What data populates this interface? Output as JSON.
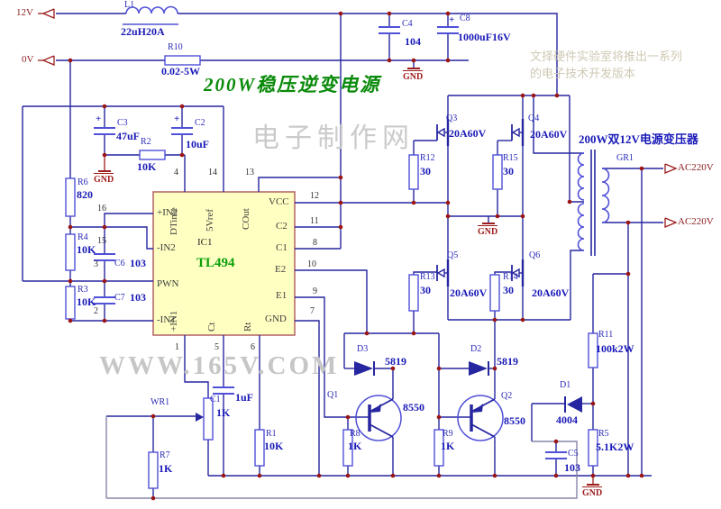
{
  "title": "200W稳压逆变电源",
  "transformer_caption": "200W双12V电源变压器",
  "note_line1": "文择硬件实验室将推出一系列",
  "note_line2": "的电子技术开发版本",
  "watermark_center": "电子制作网",
  "watermark_bottom": "WWW.165V.COM",
  "gnd_label": "GND",
  "plus": "+",
  "ports": {
    "p12v": "12V",
    "p0v": "0V",
    "ac_top": "AC220V",
    "ac_bottom": "AC220V"
  },
  "ic": {
    "ref": "IC1",
    "part": "TL494",
    "pin_labels": {
      "in2p": "+IN2",
      "in2n": "-IN2",
      "pwn": "PWN",
      "in1n": "-IN1",
      "dtime": "DTime",
      "vref": "5Vref",
      "cout": "COut",
      "in1p": "+IN1",
      "ct": "Ct",
      "rt": "Rt",
      "vcc": "VCC",
      "c2": "C2",
      "c1": "C1",
      "e2": "E2",
      "e1": "E1",
      "gnd": "GND"
    },
    "pin_numbers": {
      "n16": "16",
      "n15": "15",
      "n3": "3",
      "n2": "2",
      "n4": "4",
      "n14": "14",
      "n13": "13",
      "n1": "1",
      "n5": "5",
      "n6": "6",
      "n12": "12",
      "n11": "11",
      "n8": "8",
      "n10": "10",
      "n9": "9",
      "n7": "7"
    }
  },
  "components": {
    "L1": {
      "ref": "L1",
      "value": "22uH20A"
    },
    "R10": {
      "ref": "R10",
      "value": "0.02-5W"
    },
    "C4": {
      "ref": "C4",
      "value": "104"
    },
    "C8": {
      "ref": "C8",
      "value": "1000uF16V"
    },
    "C3": {
      "ref": "C3",
      "value": "47uF"
    },
    "C2": {
      "ref": "C2",
      "value": "10uF"
    },
    "R2": {
      "ref": "R2",
      "value": "10K"
    },
    "R6": {
      "ref": "R6",
      "value": "820"
    },
    "R4": {
      "ref": "R4",
      "value": "10K"
    },
    "R3": {
      "ref": "R3",
      "value": "10K"
    },
    "C6": {
      "ref": "C6",
      "value": "103"
    },
    "C7": {
      "ref": "C7",
      "value": "103"
    },
    "WR1": {
      "ref": "WR1",
      "value": "1K"
    },
    "R7": {
      "ref": "R7",
      "value": "1K"
    },
    "C1": {
      "ref": "C1",
      "value": "1uF"
    },
    "R1": {
      "ref": "R1",
      "value": "10K"
    },
    "R8": {
      "ref": "R8",
      "value": "1K"
    },
    "R9": {
      "ref": "R9",
      "value": "1K"
    },
    "D3": {
      "ref": "D3",
      "value": "5819"
    },
    "D2": {
      "ref": "D2",
      "value": "5819"
    },
    "Q1": {
      "ref": "Q1",
      "value": "8550"
    },
    "Q2": {
      "ref": "Q2",
      "value": "8550"
    },
    "Q3": {
      "ref": "Q3",
      "value": "20A60V"
    },
    "Q4": {
      "ref": "Q4",
      "value": "20A60V"
    },
    "Q5": {
      "ref": "Q5",
      "value": "20A60V"
    },
    "Q6": {
      "ref": "Q6",
      "value": "20A60V"
    },
    "R12": {
      "ref": "R12",
      "value": "30"
    },
    "R15": {
      "ref": "R15",
      "value": "30"
    },
    "R13": {
      "ref": "R13",
      "value": "30"
    },
    "R14": {
      "ref": "R14",
      "value": "30"
    },
    "R11": {
      "ref": "R11",
      "value": "100k2W"
    },
    "D1": {
      "ref": "D1",
      "value": "4004"
    },
    "R5": {
      "ref": "R5",
      "value": "5.1K2W"
    },
    "C5": {
      "ref": "C5",
      "value": "103"
    },
    "GR1": {
      "ref": "GR1"
    }
  },
  "colors": {
    "wire": "#2626a0",
    "wire_gray": "#8585a8",
    "component": "#5050d8",
    "junction": "#9b1515",
    "power": "#9d1c1c",
    "ic_fill": "#ffffc2",
    "ic_border": "#b86a6a",
    "title_green": "#0a8a0a"
  }
}
